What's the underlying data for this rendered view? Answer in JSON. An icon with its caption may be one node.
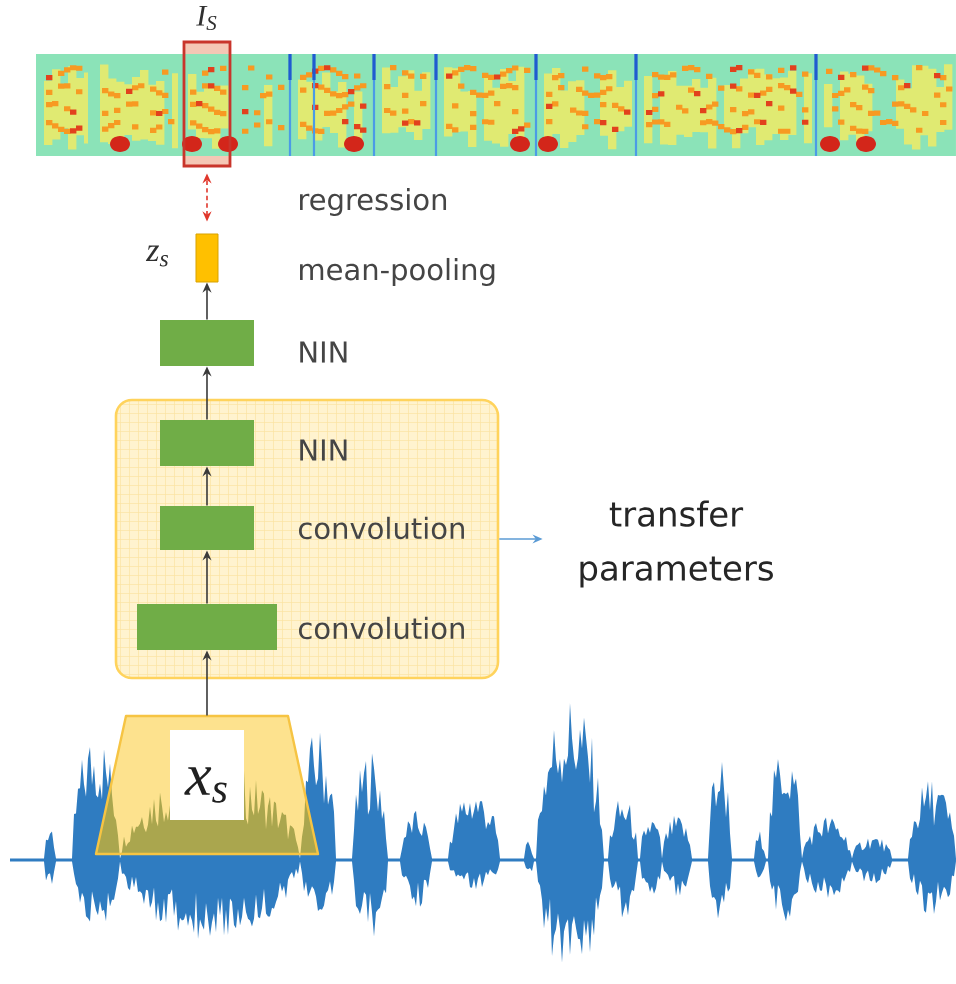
{
  "diagram": {
    "nodes": [
      {
        "text": [],
        "shape": "picture"
      },
      {
        "text": [],
        "shape": "box",
        "beside": [
          "I$_{S}$"
        ]
      },
      {
        "text": [],
        "shape": "bar",
        "beside": [
          "z$_{s}$",
          "mean-pooling"
        ]
      },
      {
        "text": [],
        "shape": "box",
        "beside": [
          "NIN"
        ]
      },
      {
        "text": [],
        "shape": "box"
      },
      {
        "text": [],
        "shape": "box",
        "in": 4,
        "beside": [
          "NIN"
        ]
      },
      {
        "text": [],
        "shape": "box",
        "in": 4,
        "beside": [
          "convolution"
        ]
      },
      {
        "text": [],
        "shape": "box",
        "in": 4,
        "beside": [
          "convolution"
        ]
      },
      {
        "text": [
          "transfer parameters"
        ]
      },
      {
        "text": [],
        "shape": "picture"
      },
      {
        "text": [
          "x$_{s}$"
        ]
      }
    ],
    "edges": [
      {
        "from": 10,
        "to": 7,
        "arrow": "to"
      },
      {
        "from": 7,
        "to": 6,
        "arrow": "to"
      },
      {
        "from": 6,
        "to": 5,
        "arrow": "to"
      },
      {
        "from": 5,
        "to": 3,
        "arrow": "to"
      },
      {
        "from": 3,
        "to": 2,
        "arrow": "to"
      },
      {
        "from": 2,
        "to": 1,
        "arrow": "both",
        "label": "regression",
        "style": "dashed",
        "color": "#e0372c"
      },
      {
        "from": 4,
        "to": 8,
        "arrow": "to",
        "color": "#5b9bd5"
      }
    ]
  }
}
